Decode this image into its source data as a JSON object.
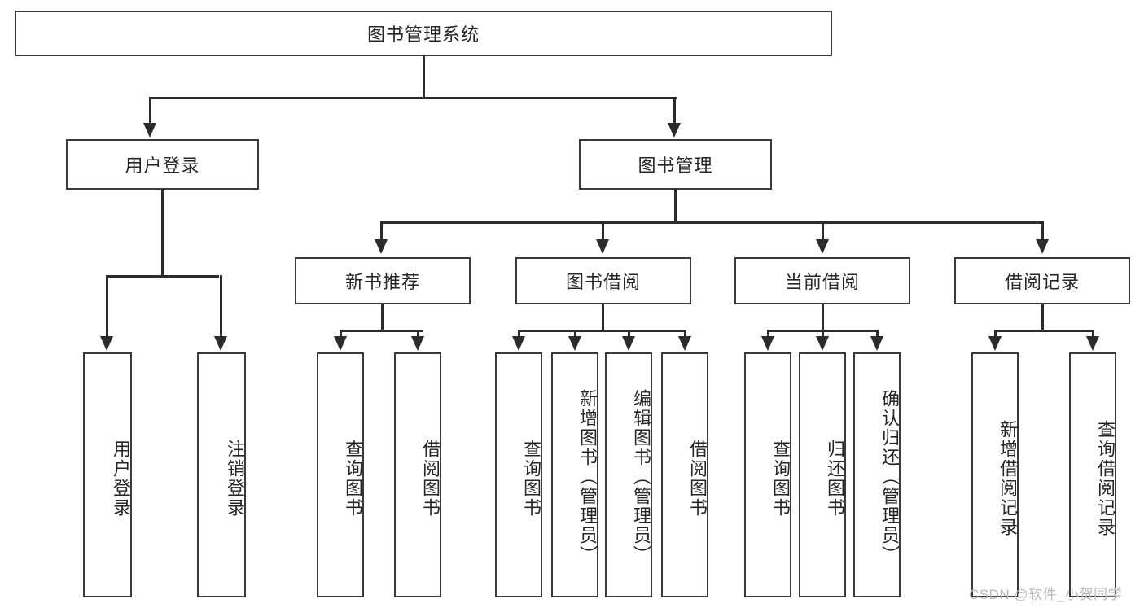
{
  "diagram": {
    "title": "图书管理系统",
    "type": "功能结构图",
    "root": {
      "label": "图书管理系统"
    },
    "level2": [
      {
        "label": "用户登录"
      },
      {
        "label": "图书管理"
      }
    ],
    "level3": [
      {
        "label": "新书推荐"
      },
      {
        "label": "图书借阅"
      },
      {
        "label": "当前借阅"
      },
      {
        "label": "借阅记录"
      }
    ],
    "leaves": {
      "user_login": [
        {
          "label": "用户登录"
        },
        {
          "label": "注销登录"
        }
      ],
      "new_book_recommend": [
        {
          "label": "查询图书"
        },
        {
          "label": "借阅图书"
        }
      ],
      "book_borrow": [
        {
          "label": "查询图书"
        },
        {
          "label": "新增图书（管理员）"
        },
        {
          "label": "编辑图书（管理员）"
        },
        {
          "label": "借阅图书"
        }
      ],
      "current_borrow": [
        {
          "label": "查询图书"
        },
        {
          "label": "归还图书"
        },
        {
          "label": "确认归还（管理员）"
        }
      ],
      "borrow_record": [
        {
          "label": "新增借阅记录"
        },
        {
          "label": "查询借阅记录"
        }
      ]
    }
  },
  "watermark": {
    "text": "CSDN @软件_小贺同学"
  },
  "colors": {
    "box_border": "#3a3a3a",
    "line": "#2b2b2b",
    "text": "#262626",
    "background": "#ffffff",
    "watermark": "#b9b9b9"
  }
}
